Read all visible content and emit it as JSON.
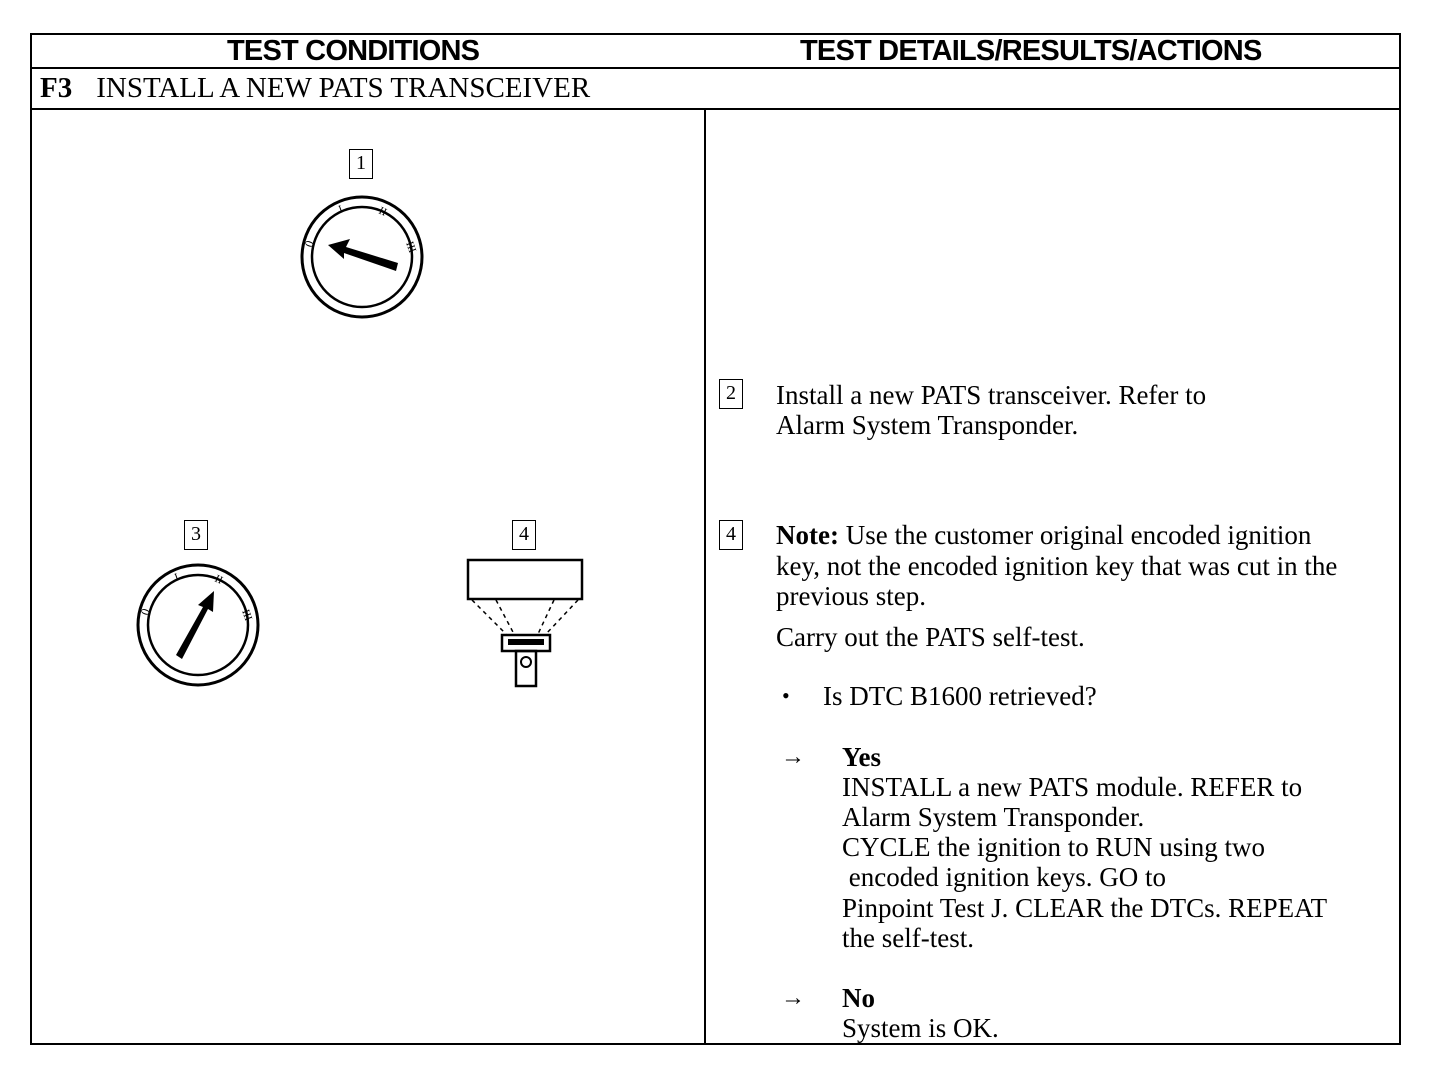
{
  "header": {
    "left_title": "TEST CONDITIONS",
    "right_title": "TEST DETAILS/RESULTS/ACTIONS"
  },
  "step": {
    "code": "F3",
    "title": "INSTALL A NEW PATS TRANSCEIVER"
  },
  "figures": {
    "fig1_label": "1",
    "fig3_label": "3",
    "fig4_label": "4",
    "dial_marks": [
      "0",
      "I",
      "II",
      "III"
    ]
  },
  "details": {
    "step2": {
      "label": "2",
      "line1": "Install a new PATS transceiver. Refer to",
      "line2": "Alarm System Transponder."
    },
    "step4": {
      "label": "4",
      "note_label": "Note:",
      "note_line1": "Use the customer original encoded ignition",
      "note_line2": "key, not the encoded ignition key that was cut in the",
      "note_line3": "previous step.",
      "instruction": "Carry out the PATS self-test.",
      "bullet": "•",
      "question": "Is DTC B1600 retrieved?",
      "arrow": "→",
      "yes_label": "Yes",
      "yes_lines": [
        "INSTALL a new PATS module. REFER to",
        "Alarm System Transponder.",
        "CYCLE the ignition to RUN using two",
        " encoded ignition keys. GO to",
        "Pinpoint Test J. CLEAR the DTCs. REPEAT",
        "the self-test."
      ],
      "no_label": "No",
      "no_line": "System is OK."
    }
  }
}
